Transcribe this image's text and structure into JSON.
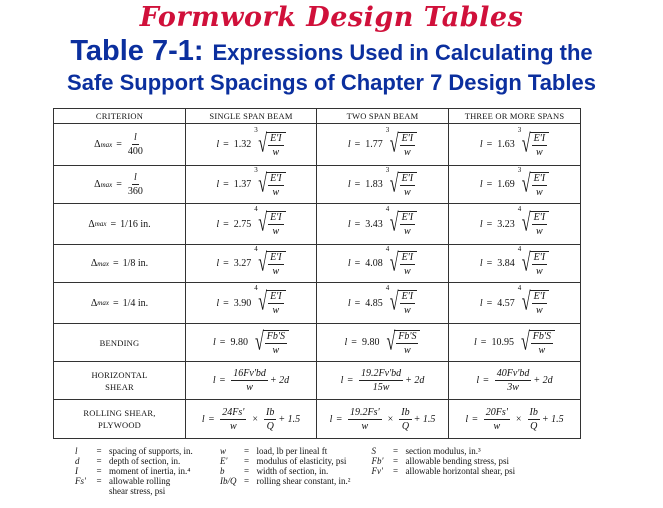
{
  "header": {
    "title": "Formwork Design Tables",
    "table_number": "Table 7-1:",
    "subtitle_line1": "Expressions Used in Calculating the",
    "subtitle_line2": "Safe Support Spacings of Chapter 7 Design Tables"
  },
  "colors": {
    "title_red": "#d0103a",
    "subtitle_blue": "#0b2f9e",
    "border": "#333333"
  },
  "table": {
    "columns": [
      "CRITERION",
      "SINGLE SPAN BEAM",
      "TWO SPAN BEAM",
      "THREE OR MORE SPANS"
    ],
    "rows": [
      {
        "criterion": "Δmax = l/400",
        "crit_lhs": "Δ",
        "crit_sub": "max",
        "crit_num": "l",
        "crit_den": "400",
        "single": "1.32",
        "two": "1.77",
        "three": "1.63",
        "root": "3",
        "num": "E'I",
        "den": "w"
      },
      {
        "criterion": "Δmax = l/360",
        "crit_lhs": "Δ",
        "crit_sub": "max",
        "crit_num": "l",
        "crit_den": "360",
        "single": "1.37",
        "two": "1.83",
        "three": "1.69",
        "root": "3",
        "num": "E'I",
        "den": "w"
      },
      {
        "criterion": "Δmax = 1/16 in.",
        "crit_lhs": "Δ",
        "crit_sub": "max",
        "crit_val": "1/16 in.",
        "single": "2.75",
        "two": "3.43",
        "three": "3.23",
        "root": "4",
        "num": "E'I",
        "den": "w"
      },
      {
        "criterion": "Δmax = 1/8 in.",
        "crit_lhs": "Δ",
        "crit_sub": "max",
        "crit_val": "1/8 in.",
        "single": "3.27",
        "two": "4.08",
        "three": "3.84",
        "root": "4",
        "num": "E'I",
        "den": "w"
      },
      {
        "criterion": "Δmax = 1/4 in.",
        "crit_lhs": "Δ",
        "crit_sub": "max",
        "crit_val": "1/4 in.",
        "single": "3.90",
        "two": "4.85",
        "three": "4.57",
        "root": "4",
        "num": "E'I",
        "den": "w"
      },
      {
        "criterion": "BENDING",
        "single": "9.80",
        "two": "9.80",
        "three": "10.95",
        "num": "Fb'S",
        "den": "w"
      },
      {
        "criterion_line1": "HORIZONTAL",
        "criterion_line2": "SHEAR",
        "single_num": "16Fv'bd",
        "single_den": "w",
        "two_num": "19.2Fv'bd",
        "two_den": "15w",
        "three_num": "40Fv'bd",
        "three_den": "3w",
        "tail": "+ 2d"
      },
      {
        "criterion_line1": "ROLLING SHEAR,",
        "criterion_line2": "PLYWOOD",
        "single_coef": "24Fs'",
        "two_coef": "19.2Fs'",
        "three_coef": "20Fs'",
        "den": "w",
        "ib": "Ib",
        "q": "Q",
        "tail": "+ 1.5"
      }
    ]
  },
  "legend": [
    {
      "sym": "l",
      "eq": "=",
      "desc": "spacing of supports, in."
    },
    {
      "sym": "d",
      "eq": "=",
      "desc": "depth of section, in."
    },
    {
      "sym": "I",
      "eq": "=",
      "desc": "moment of inertia, in.⁴"
    },
    {
      "sym": "Fs'",
      "eq": "=",
      "desc": "allowable rolling",
      "desc2": "shear stress, psi"
    },
    {
      "sym": "w",
      "eq": "=",
      "desc": "load, lb per lineal ft"
    },
    {
      "sym": "E'",
      "eq": "=",
      "desc": "modulus of elasticity, psi"
    },
    {
      "sym": "b",
      "eq": "=",
      "desc": "width of section, in."
    },
    {
      "sym": "Ib/Q",
      "eq": "=",
      "desc": "rolling shear constant, in.²"
    },
    {
      "sym": "S",
      "eq": "=",
      "desc": "section modulus, in.³"
    },
    {
      "sym": "Fb'",
      "eq": "=",
      "desc": "allowable bending stress, psi"
    },
    {
      "sym": "Fv'",
      "eq": "=",
      "desc": "allowable horizontal shear, psi"
    }
  ]
}
